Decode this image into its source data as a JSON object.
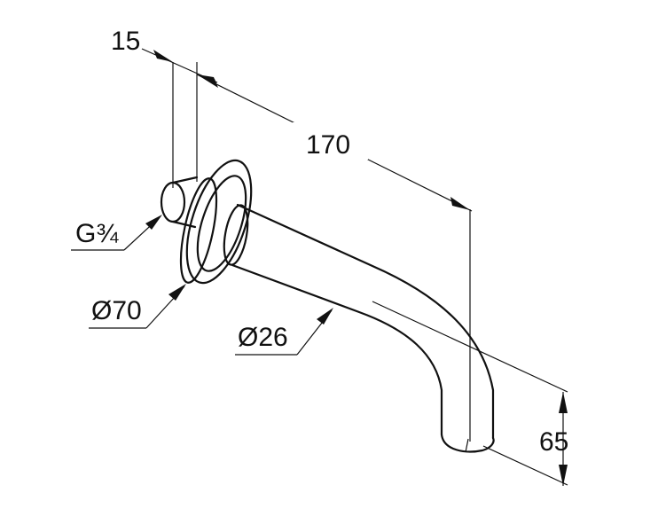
{
  "drawing": {
    "dimensions": {
      "wall_offset": "15",
      "spout_length": "170",
      "thread": "G¾",
      "rosette_diameter": "Ø70",
      "spout_diameter": "Ø26",
      "spout_drop": "65"
    },
    "colors": {
      "line": "#111111",
      "background": "#ffffff"
    }
  }
}
